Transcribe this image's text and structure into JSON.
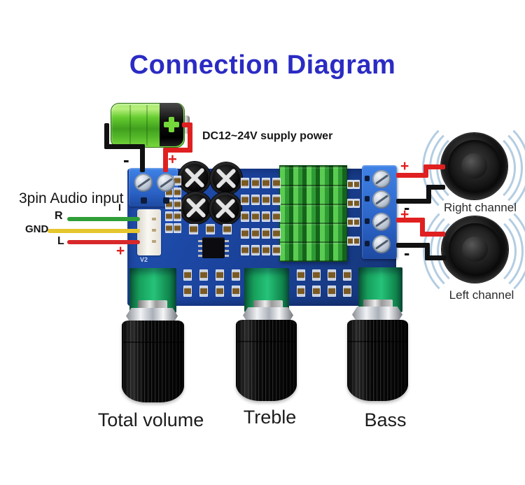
{
  "title": "Connection Diagram",
  "battery": {
    "label": "DC12~24V supply power",
    "minus": "-",
    "plus": "+"
  },
  "audio_input": {
    "heading": "3pin Audio input",
    "pin_r": "R",
    "pin_gnd": "GND",
    "pin_l": "L",
    "marker_top": "I",
    "marker_plus": "+",
    "wire_colors": {
      "r": "#2f9e38",
      "gnd": "#e6c62e",
      "l": "#d8282a"
    }
  },
  "board": {
    "version": "V2",
    "pcb_color": "#1b449e",
    "terminal_color": "#2f6fd6",
    "heatsink_color": "#2f9a33",
    "pot_color": "#17a05c"
  },
  "outputs": [
    {
      "channel": "Right channel",
      "plus": "+",
      "minus": "-"
    },
    {
      "channel": "Left channel",
      "plus": "+",
      "minus": "-"
    }
  ],
  "knobs": [
    {
      "label": "Total volume"
    },
    {
      "label": "Treble"
    },
    {
      "label": "Bass"
    }
  ],
  "colors": {
    "title": "#2b2bc4",
    "wire_red": "#e02020",
    "wire_black": "#111111",
    "sound_wave": "#b3cde2"
  }
}
